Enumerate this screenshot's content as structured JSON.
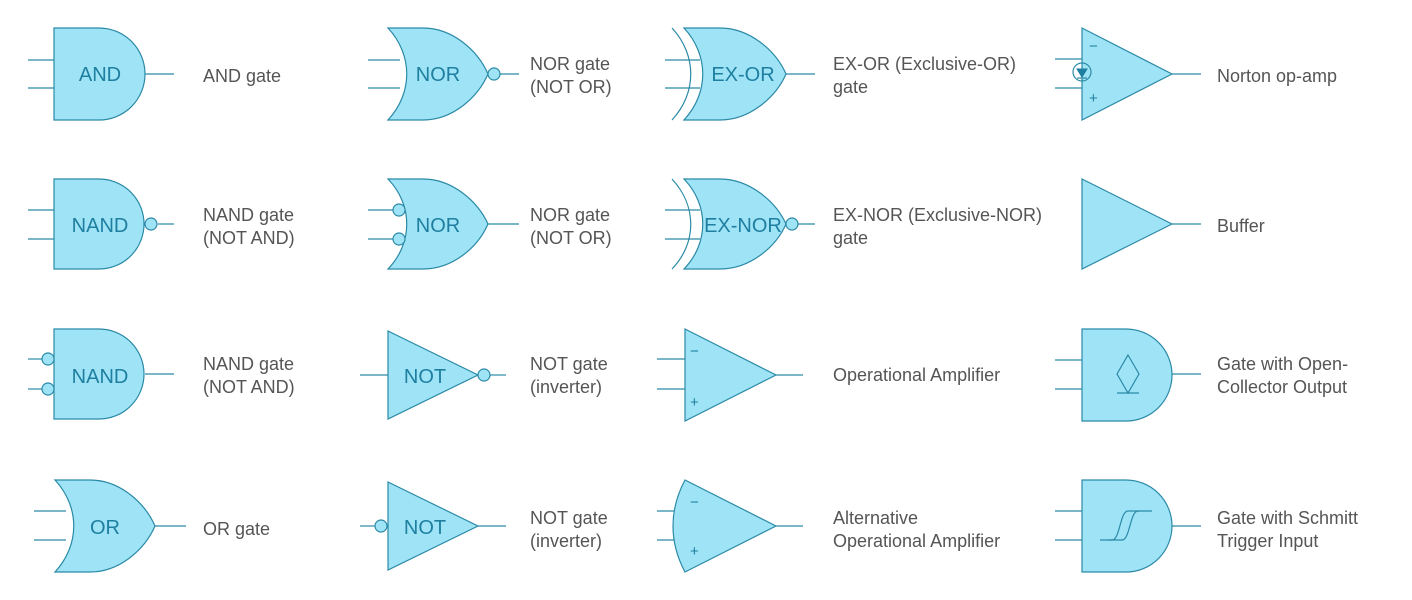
{
  "colors": {
    "fill": "#9fe3f6",
    "stroke": "#2b8aa6",
    "symbol_text": "#1e7fa0",
    "description_text": "#555555"
  },
  "symbols": {
    "and": {
      "label": "AND",
      "desc": [
        "AND gate"
      ]
    },
    "nand1": {
      "label": "NAND",
      "desc": [
        "NAND gate",
        "(NOT AND)"
      ]
    },
    "nand2": {
      "label": "NAND",
      "desc": [
        "NAND gate",
        "(NOT AND)"
      ]
    },
    "or": {
      "label": "OR",
      "desc": [
        "OR gate"
      ]
    },
    "nor1": {
      "label": "NOR",
      "desc": [
        "NOR gate",
        "(NOT OR)"
      ]
    },
    "nor2": {
      "label": "NOR",
      "desc": [
        "NOR gate",
        "(NOT OR)"
      ]
    },
    "not1": {
      "label": "NOT",
      "desc": [
        "NOT gate",
        "(inverter)"
      ]
    },
    "not2": {
      "label": "NOT",
      "desc": [
        "NOT gate",
        "(inverter)"
      ]
    },
    "xor": {
      "label": "EX-OR",
      "desc": [
        "EX-OR (Exclusive-OR)",
        "gate"
      ]
    },
    "xnor": {
      "label": "EX-NOR",
      "desc": [
        "EX-NOR (Exclusive-NOR)",
        "gate"
      ]
    },
    "opamp": {
      "minus": "−",
      "plus": "+",
      "desc": [
        "Operational Amplifier"
      ]
    },
    "alt_opamp": {
      "minus": "−",
      "plus": "+",
      "desc": [
        "Alternative",
        "Operational Amplifier"
      ]
    },
    "norton": {
      "minus": "−",
      "plus": "+",
      "desc": [
        "Norton op-amp"
      ]
    },
    "buffer": {
      "desc": [
        "Buffer"
      ]
    },
    "open_collector": {
      "desc": [
        "Gate with Open-",
        "Collector Output"
      ]
    },
    "schmitt": {
      "desc": [
        "Gate with Schmitt",
        "Trigger Input"
      ]
    }
  }
}
